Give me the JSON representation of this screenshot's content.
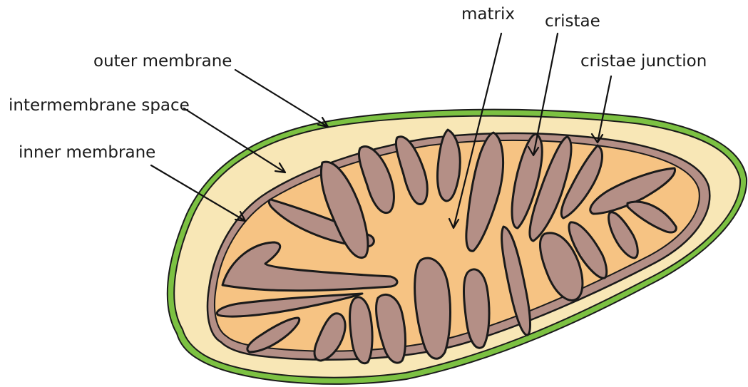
{
  "labels": {
    "outer_membrane": "outer membrane",
    "intermembrane_space": "intermembrane space",
    "inner_membrane": "inner membrane",
    "matrix": "matrix",
    "cristae": "cristae",
    "cristae_junction": "cristae junction"
  },
  "colors": {
    "outer_membrane": "#7cc142",
    "intermembrane_space": "#f8e7b6",
    "inner_membrane": "#b48f86",
    "matrix": "#f6c383",
    "cristae": "#b48f86",
    "outline": "#1a1a1a"
  }
}
